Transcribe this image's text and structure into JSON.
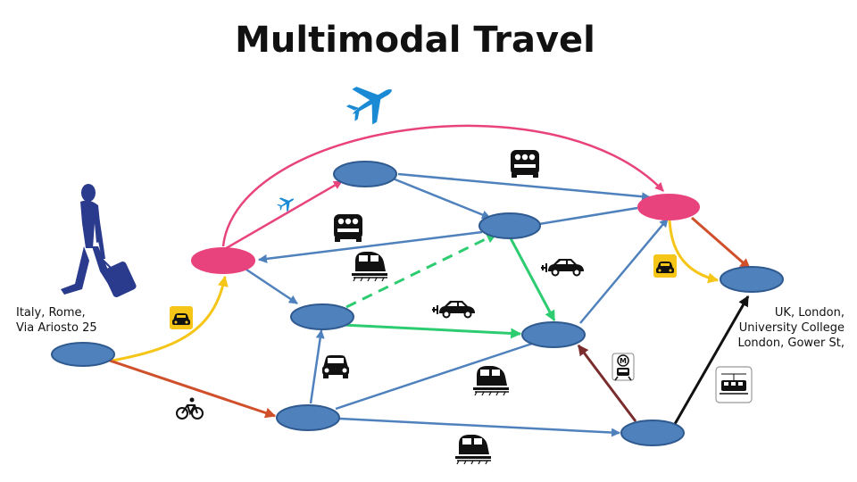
{
  "title": "Multimodal Travel",
  "origin": {
    "line1": "Italy, Rome,",
    "line2": "Via Ariosto 25"
  },
  "destination": {
    "line1": "UK, London,",
    "line2": "University College",
    "line3": "London, Gower St,"
  },
  "icon_labels": {
    "taxi": "TAXI",
    "metro": "M"
  },
  "colors": {
    "node": "#4f81bd",
    "hub": "#e8437c",
    "air": "#e8437c",
    "road": "#4f81bd",
    "taxi": "#f5c518",
    "bike": "#d0502c",
    "ev": "#2ecc71",
    "metro": "#7b2d2d",
    "tram": "#111111",
    "plane": "#1a8ad4"
  }
}
